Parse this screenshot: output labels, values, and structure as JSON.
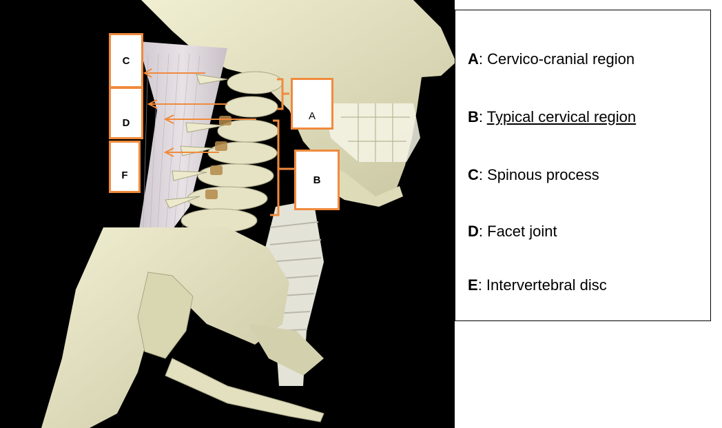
{
  "figure": {
    "tags": [
      {
        "key": "tag_c",
        "text": "C"
      },
      {
        "key": "tag_d",
        "text": "D"
      },
      {
        "key": "tag_f",
        "text": "F"
      },
      {
        "key": "tag_a",
        "text": "A"
      },
      {
        "key": "tag_b",
        "text": "B"
      }
    ]
  },
  "legend": {
    "items": [
      {
        "letter": "A",
        "desc": "Cervico-cranial region",
        "underlined": false
      },
      {
        "letter": "B",
        "desc": "Typical cervical region",
        "underlined": true
      },
      {
        "letter": "C",
        "desc": "Spinous process",
        "underlined": false
      },
      {
        "letter": "D",
        "desc": "Facet joint",
        "underlined": false
      },
      {
        "letter": "E",
        "desc": "Intervertebral disc",
        "underlined": false
      }
    ],
    "separator": ": "
  },
  "colors": {
    "label_border": "#f08a3c",
    "background": "#000000",
    "bone": "#e8e6c6"
  }
}
